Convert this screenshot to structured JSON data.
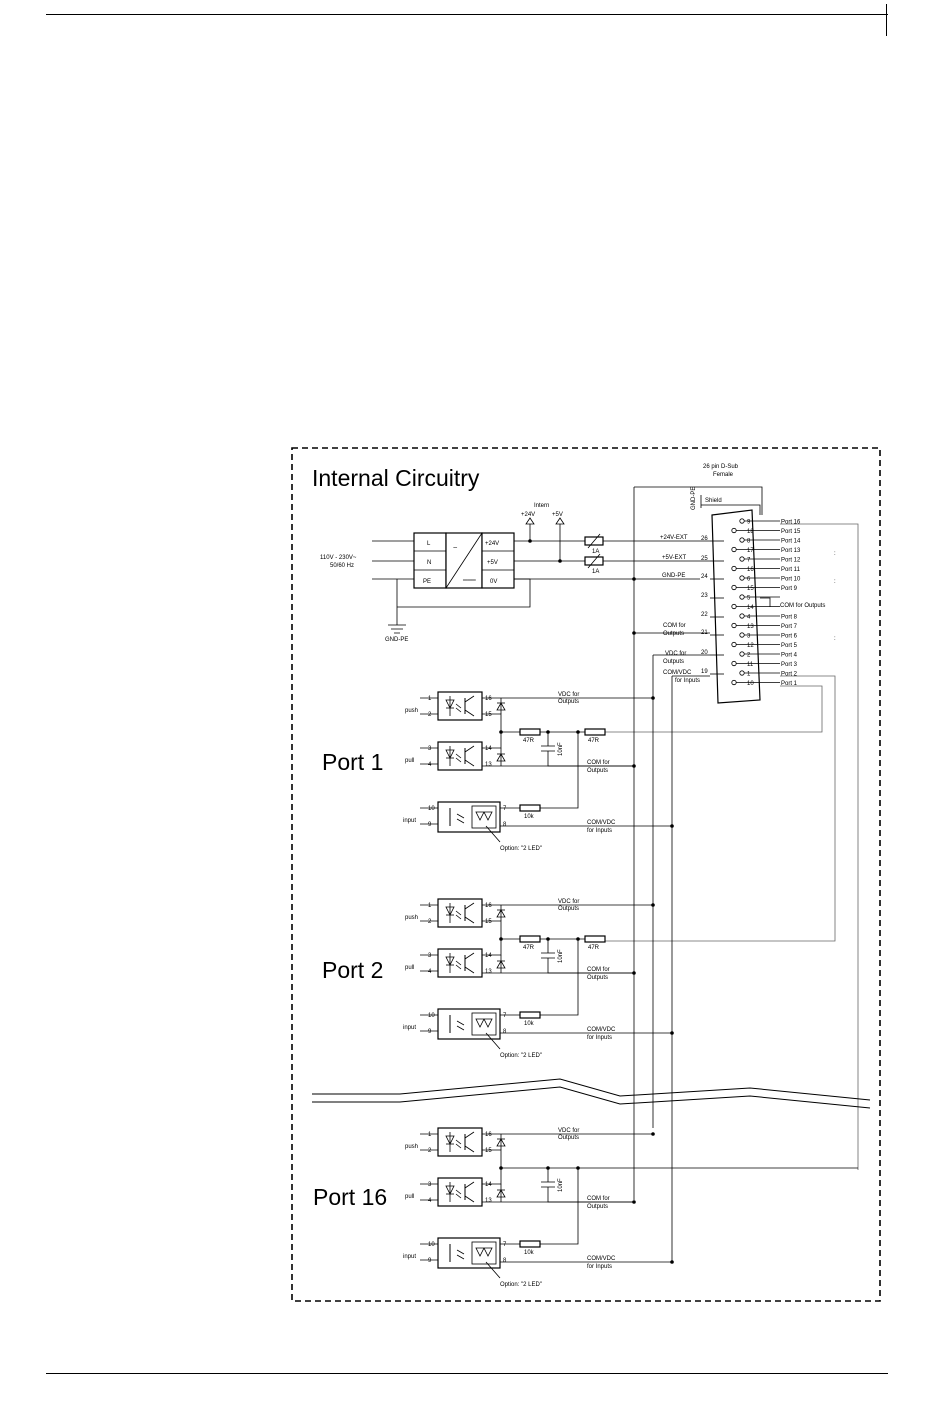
{
  "title": "Internal Circuitry",
  "connector": {
    "line1": "26 pin D-Sub",
    "line2": "Female",
    "pe_label": "GND-PE",
    "shield_label": "Shield"
  },
  "power": {
    "input_line1": "110V - 230V~",
    "input_line2": "50/60 Hz",
    "terminals_in": [
      "L",
      "N",
      "PE"
    ],
    "terminals_out": [
      "+24V",
      "+5V",
      "0V"
    ],
    "ground_label": "GND-PE",
    "intern_label": "Intern",
    "rail_24": "+24V",
    "rail_5": "+5V",
    "fuse_label": "1A",
    "ext_24": "+24V-EXT",
    "ext_5": "+5V-EXT",
    "gnd_pe": "GND-PE"
  },
  "side_labels": {
    "com_outputs_1": "COM for",
    "com_outputs_2": "Outputs",
    "vdc_outputs_1": "VDC for",
    "vdc_outputs_2": "Outputs",
    "comvdc_inputs_1": "COM/VDC",
    "comvdc_inputs_2": "for Inputs"
  },
  "pins": [
    {
      "num": "9",
      "port": "Port 16"
    },
    {
      "num": "18",
      "port": "Port 15"
    },
    {
      "num": "8",
      "port": "Port 14"
    },
    {
      "num": "17",
      "port": "Port 13"
    },
    {
      "num": "7",
      "port": "Port 12"
    },
    {
      "num": "16",
      "port": "Port 11"
    },
    {
      "num": "6",
      "port": "Port 10"
    },
    {
      "num": "15",
      "port": "Port 9"
    },
    {
      "num": "5",
      "port": ""
    },
    {
      "num": "14",
      "port": ""
    },
    {
      "num": "4",
      "port": "Port 8"
    },
    {
      "num": "13",
      "port": "Port 7"
    },
    {
      "num": "3",
      "port": "Port 6"
    },
    {
      "num": "12",
      "port": "Port 5"
    },
    {
      "num": "2",
      "port": "Port 4"
    },
    {
      "num": "11",
      "port": "Port 3"
    },
    {
      "num": "1",
      "port": "Port 2"
    },
    {
      "num": "10",
      "port": "Port 1"
    }
  ],
  "left_pins": [
    "26",
    "25",
    "24",
    "23",
    "22",
    "21",
    "20",
    "19"
  ],
  "com_for_outputs": "COM for Outputs",
  "ports": [
    {
      "label": "Port 1"
    },
    {
      "label": "Port 2"
    },
    {
      "label": "Port 16"
    }
  ],
  "port_circuit": {
    "push": "push",
    "pull": "pull",
    "input": "input",
    "pins_left": [
      "1",
      "2",
      "3",
      "4",
      "10",
      "9"
    ],
    "pins_right": [
      "16",
      "15",
      "14",
      "13",
      "7",
      "8"
    ],
    "r47": "47R",
    "r10k": "10k",
    "cap": "10nF",
    "vdc1": "VDC for",
    "vdc2": "Outputs",
    "com1": "COM for",
    "com2": "Outputs",
    "cv1": "COM/VDC",
    "cv2": "for Inputs",
    "option": "Option: \"2 LED\""
  }
}
